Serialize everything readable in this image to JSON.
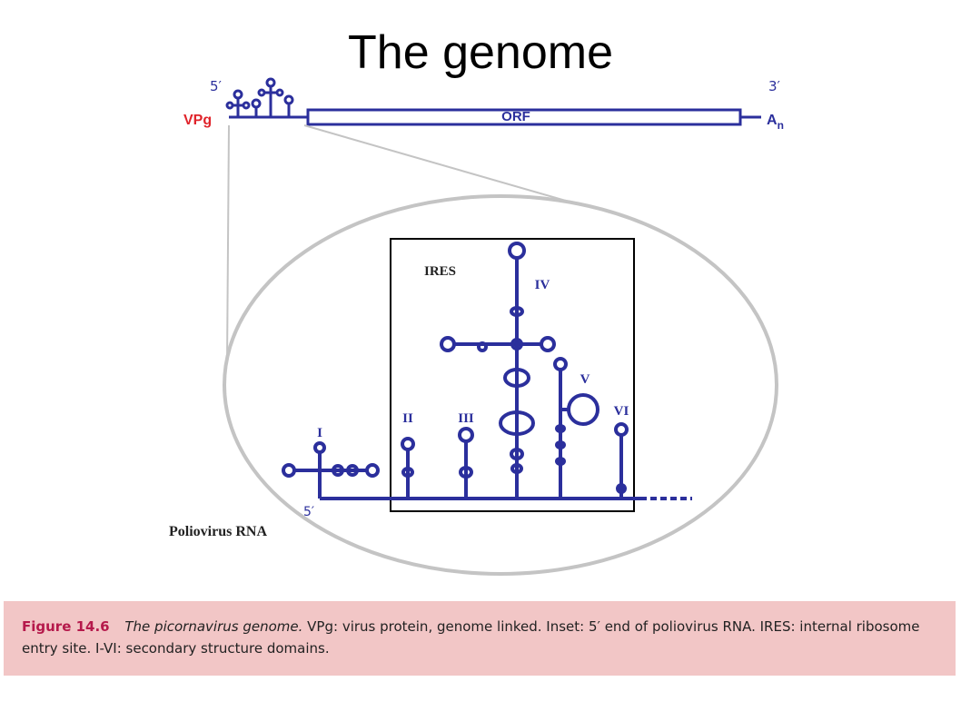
{
  "title": "The genome",
  "genome": {
    "five_prime": "5′",
    "three_prime": "3′",
    "vpg": "VPg",
    "orf": "ORF",
    "poly_a": "A",
    "poly_a_sub": "n"
  },
  "inset": {
    "ires_label": "IRES",
    "domains": [
      "I",
      "II",
      "III",
      "IV",
      "V",
      "VI"
    ],
    "five_prime": "5′",
    "rna_label": "Poliovirus RNA"
  },
  "caption": {
    "label": "Figure 14.6",
    "italic_text": "The picornavirus genome.",
    "text": "VPg: virus protein, genome linked. Inset: 5′ end of poliovirus RNA. IRES: internal ribosome entry site. I-VI: secondary structure domains."
  },
  "colors": {
    "rna": "#2b2f9c",
    "vpg": "#e0242b",
    "caption_bg": "#f2c6c6",
    "caption_label": "#b5194b"
  }
}
